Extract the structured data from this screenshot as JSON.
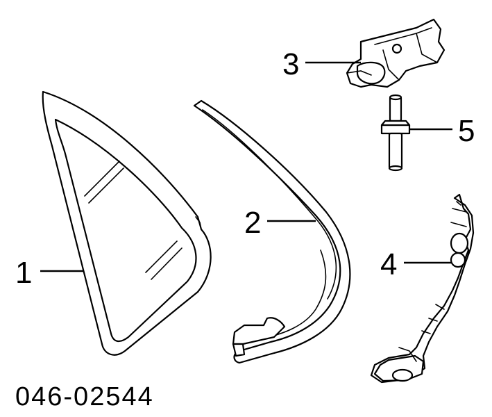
{
  "diagram": {
    "callouts": [
      {
        "id": "1",
        "label": "1"
      },
      {
        "id": "2",
        "label": "2"
      },
      {
        "id": "3",
        "label": "3"
      },
      {
        "id": "4",
        "label": "4"
      },
      {
        "id": "5",
        "label": "5"
      }
    ],
    "part_number": "046-02544",
    "parts": [
      {
        "callout": "1",
        "icon": "quarter-window-glass"
      },
      {
        "callout": "2",
        "icon": "window-weatherstrip"
      },
      {
        "callout": "3",
        "icon": "mounting-bracket"
      },
      {
        "callout": "4",
        "icon": "pivot-strap"
      },
      {
        "callout": "5",
        "icon": "stud-bolt"
      }
    ],
    "colors": {
      "line": "#000000",
      "background": "#ffffff"
    }
  }
}
